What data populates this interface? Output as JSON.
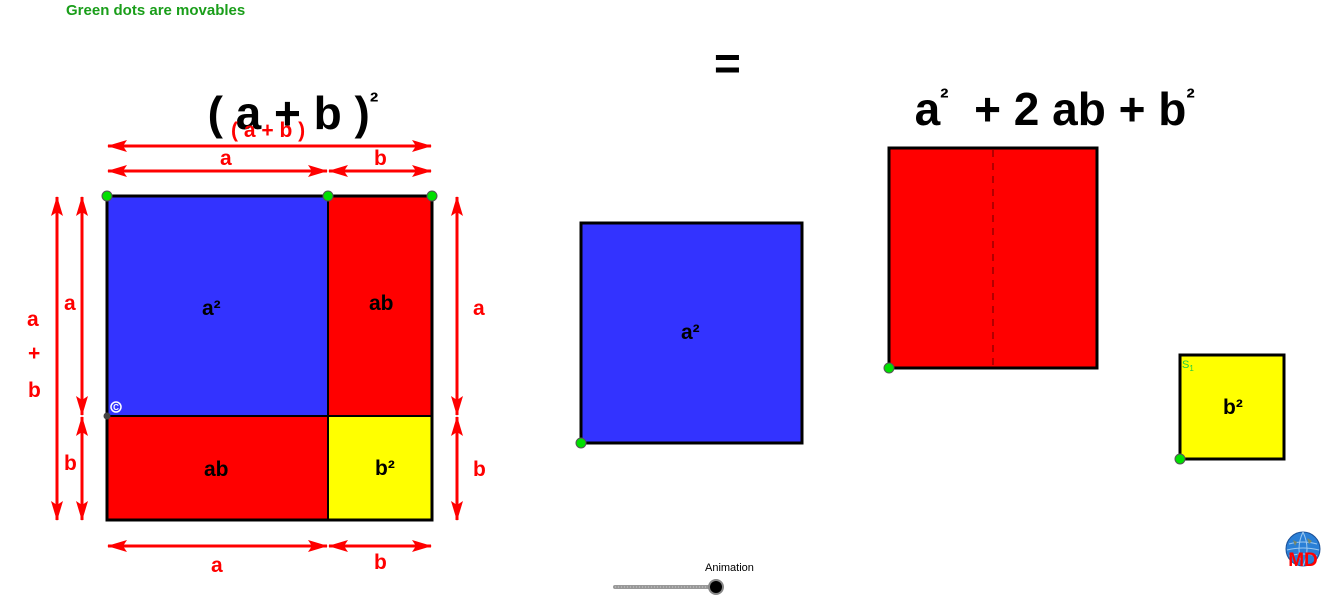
{
  "hint": "Green dots are movables",
  "equation": {
    "lhs_base": "( a + b )",
    "lhs_exp": "²",
    "equals": "=",
    "rhs_a": "a",
    "rhs_a_exp": "²",
    "rhs_middle": "  + 2 ab + b",
    "rhs_b_exp": "²"
  },
  "left_figure": {
    "top_total_label": "( a + b )",
    "top_a_label": "a",
    "top_b_label": "b",
    "bottom_a_label": "a",
    "bottom_b_label": "b",
    "left_outer_labels": [
      "a",
      "+",
      "b"
    ],
    "left_inner_a_label": "a",
    "left_inner_b_label": "b",
    "right_a_label": "a",
    "right_b_label": "b",
    "cells": {
      "a_sq": "a²",
      "ab_top": "ab",
      "ab_bottom": "ab",
      "b_sq": "b²"
    },
    "point_label": "C"
  },
  "right_figures": {
    "a_square_label": "a²",
    "ab_rect_label": "",
    "b_square_label": "b²",
    "b_square_point_label": "S",
    "b_square_point_sub": "1"
  },
  "slider": {
    "label": "Animation",
    "value_percent": 100
  },
  "colors": {
    "blue": "#3333ff",
    "red": "#ff0000",
    "yellow": "#ffff00",
    "green_dot": "#00e000",
    "arrow": "#ff0000",
    "hint": "#1a9e1a"
  }
}
